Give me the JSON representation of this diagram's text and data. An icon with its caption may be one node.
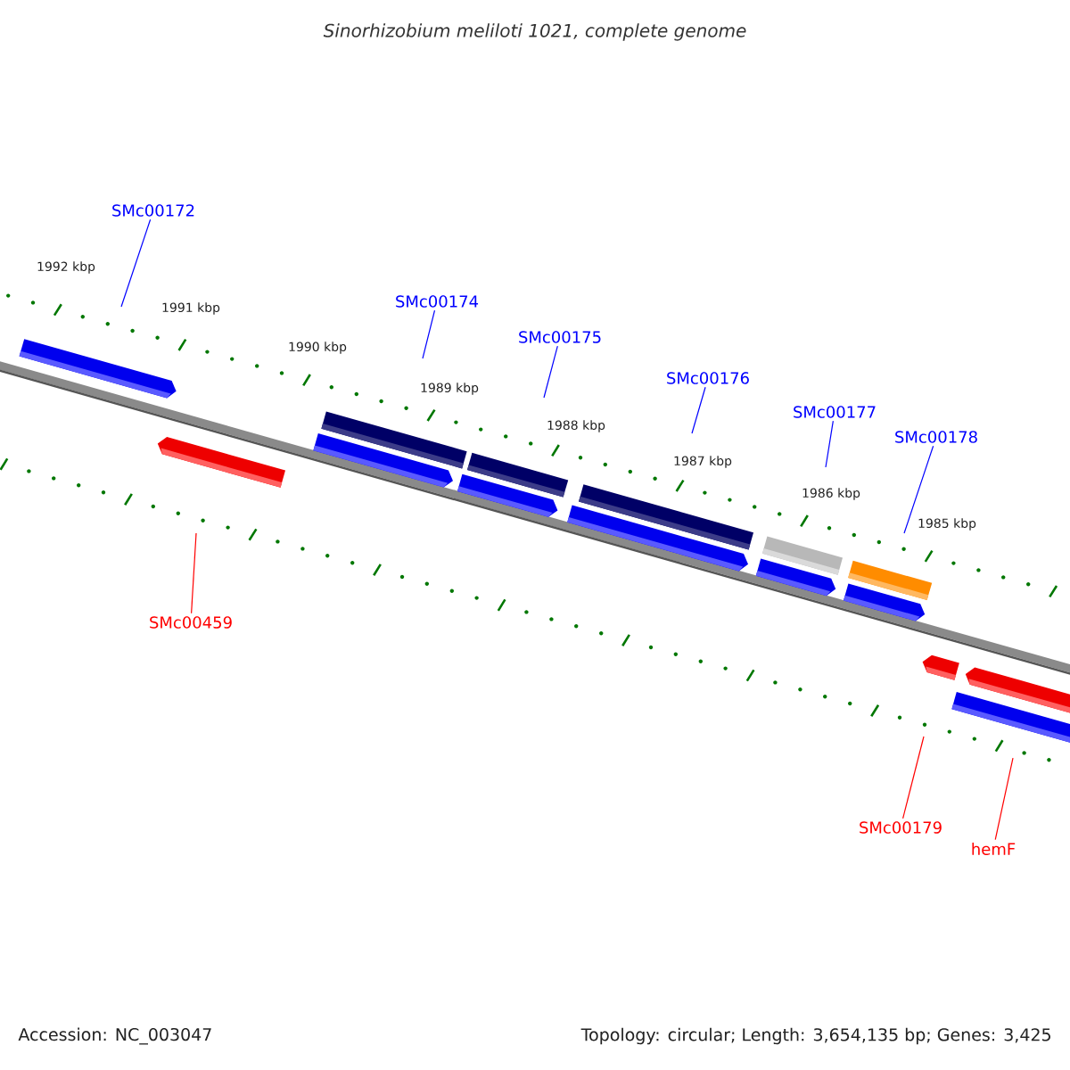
{
  "diagram": {
    "title": "Sinorhizobium meliloti 1021, complete genome",
    "nodes": [
      {
        "text": [
          "SMc00172"
        ]
      },
      {
        "text": [
          "SMc00174"
        ]
      },
      {
        "text": [
          "SMc00175"
        ]
      },
      {
        "text": [
          "SMc00176"
        ]
      },
      {
        "text": [
          "SMc00177"
        ]
      },
      {
        "text": [
          "SMc00178"
        ]
      },
      {
        "text": [
          "SMc00459"
        ]
      },
      {
        "text": [
          "SMc00179"
        ]
      },
      {
        "text": [
          "hemF"
        ]
      }
    ],
    "edges": [
      {
        "from": 0,
        "to": null,
        "arrow": "none"
      },
      {
        "from": 1,
        "to": null,
        "arrow": "none"
      },
      {
        "from": 2,
        "to": null,
        "arrow": "none"
      },
      {
        "from": 3,
        "to": null,
        "arrow": "none"
      },
      {
        "from": 4,
        "to": null,
        "arrow": "none"
      },
      {
        "from": 5,
        "to": null,
        "arrow": "none"
      },
      {
        "from": 6,
        "to": null,
        "arrow": "none",
        "color": "#ff0000"
      },
      {
        "from": 7,
        "to": null,
        "arrow": "none",
        "color": "#ff0000"
      },
      {
        "from": 8,
        "to": null,
        "arrow": "none",
        "color": "#ff0000"
      }
    ],
    "labels": [
      "1992 kbp",
      "1991 kbp",
      "1990 kbp",
      "1989 kbp",
      "1988 kbp",
      "1987 kbp",
      "1986 kbp",
      "1985 kbp",
      "Accession: NC_003047",
      "Topology: circular; Length: 3,654,135 bp; Genes: 3,425"
    ]
  }
}
